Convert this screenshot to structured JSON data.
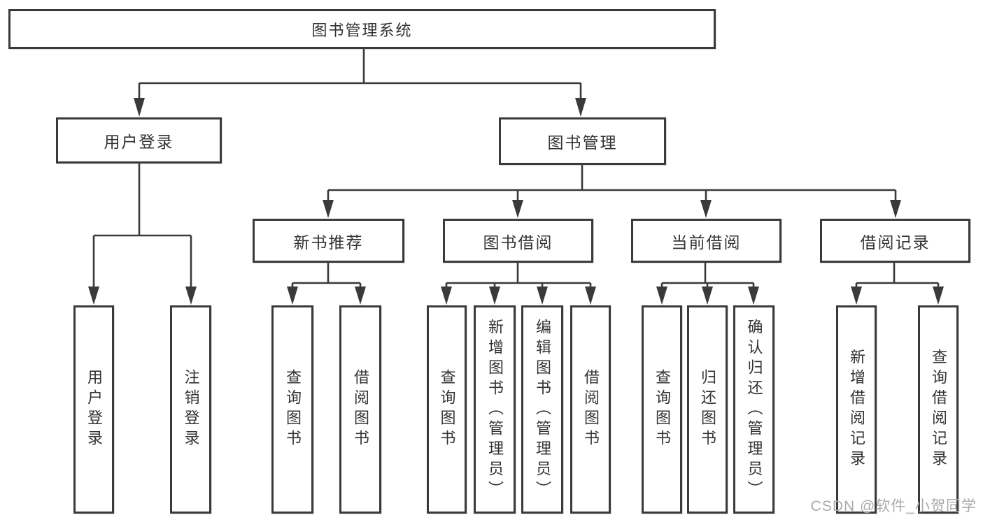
{
  "tree": {
    "label": "图书管理系统",
    "children": [
      {
        "label": "用户登录",
        "children": [
          {
            "label": "用户登录"
          },
          {
            "label": "注销登录"
          }
        ]
      },
      {
        "label": "图书管理",
        "children": [
          {
            "label": "新书推荐",
            "children": [
              {
                "label": "查询图书"
              },
              {
                "label": "借阅图书"
              }
            ]
          },
          {
            "label": "图书借阅",
            "children": [
              {
                "label": "查询图书"
              },
              {
                "label": "新增图书（管理员）"
              },
              {
                "label": "编辑图书（管理员）"
              },
              {
                "label": "借阅图书"
              }
            ]
          },
          {
            "label": "当前借阅",
            "children": [
              {
                "label": "查询图书"
              },
              {
                "label": "归还图书"
              },
              {
                "label": "确认归还（管理员）"
              }
            ]
          },
          {
            "label": "借阅记录",
            "children": [
              {
                "label": "新增借阅记录"
              },
              {
                "label": "查询借阅记录"
              }
            ]
          }
        ]
      }
    ]
  },
  "watermark": "CSDN @软件_小贺同学",
  "colors": {
    "line": "#3a3a3a",
    "box_border": "#3a3a3a",
    "text": "#333333",
    "watermark": "#a9abae",
    "background": "#ffffff"
  }
}
